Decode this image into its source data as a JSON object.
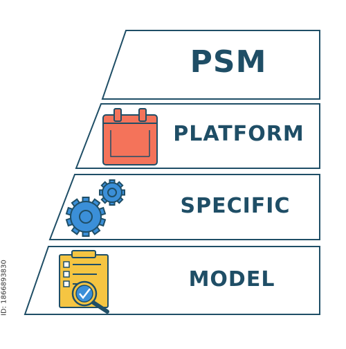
{
  "diagram": {
    "title": "PSM",
    "rows": [
      {
        "label": "PLATFORM",
        "icon": "calendar-icon"
      },
      {
        "label": "SPECIFIC",
        "icon": "gears-icon"
      },
      {
        "label": "MODEL",
        "icon": "checklist-magnifier-icon"
      }
    ]
  },
  "watermark": {
    "id_text": "ID: 1866893830"
  },
  "colors": {
    "outline": "#1f4e66",
    "text": "#1f4e66",
    "calendar_fill": "#f4735a",
    "gear_fill": "#3b8fd8",
    "clipboard_fill": "#f5c542"
  }
}
